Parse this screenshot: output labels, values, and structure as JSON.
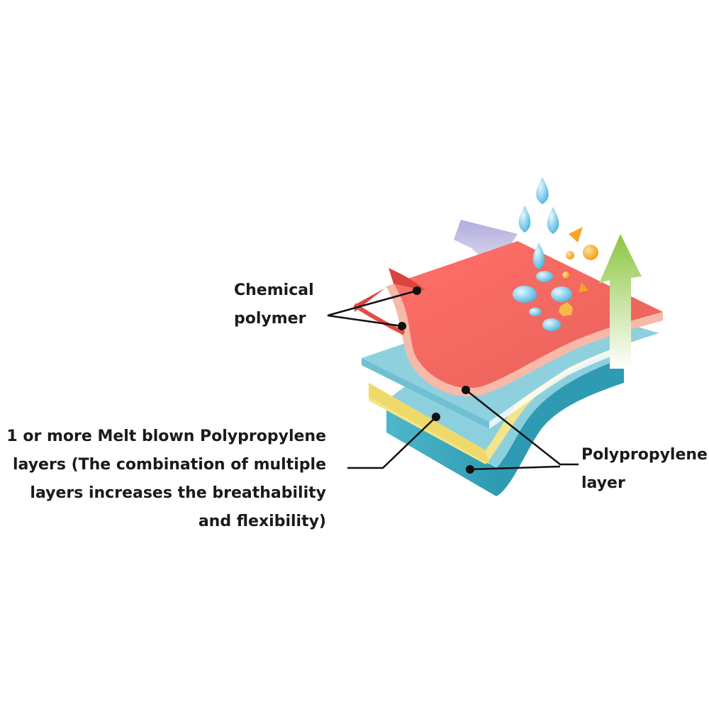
{
  "labels": {
    "chemical_polymer": [
      "Chemical",
      "polymer"
    ],
    "melt_blown": [
      "1 or more Melt blown Polypropylene",
      "layers (The combination of multiple",
      "layers increases the breathability",
      "and flexibility)"
    ],
    "polypropylene_layer": [
      "Polypropylene",
      "layer"
    ]
  },
  "colors": {
    "polymer_red": "#e8625a",
    "polymer_edge": "#f7b9a8",
    "melt_yellow": "#f3e58c",
    "pp_blue": "#8fd0de",
    "pp_blue_dark": "#2e9bb3",
    "arrow_purple": "#a9a3d8",
    "arrow_green": "#8cc63f",
    "droplet_blue": "#5fc3e8",
    "particle_orange": "#f5a623",
    "leader_line": "#111111"
  },
  "icons": [
    "water-droplet-icon",
    "particle-icon",
    "vapor-arrow-icon",
    "air-arrow-icon"
  ]
}
